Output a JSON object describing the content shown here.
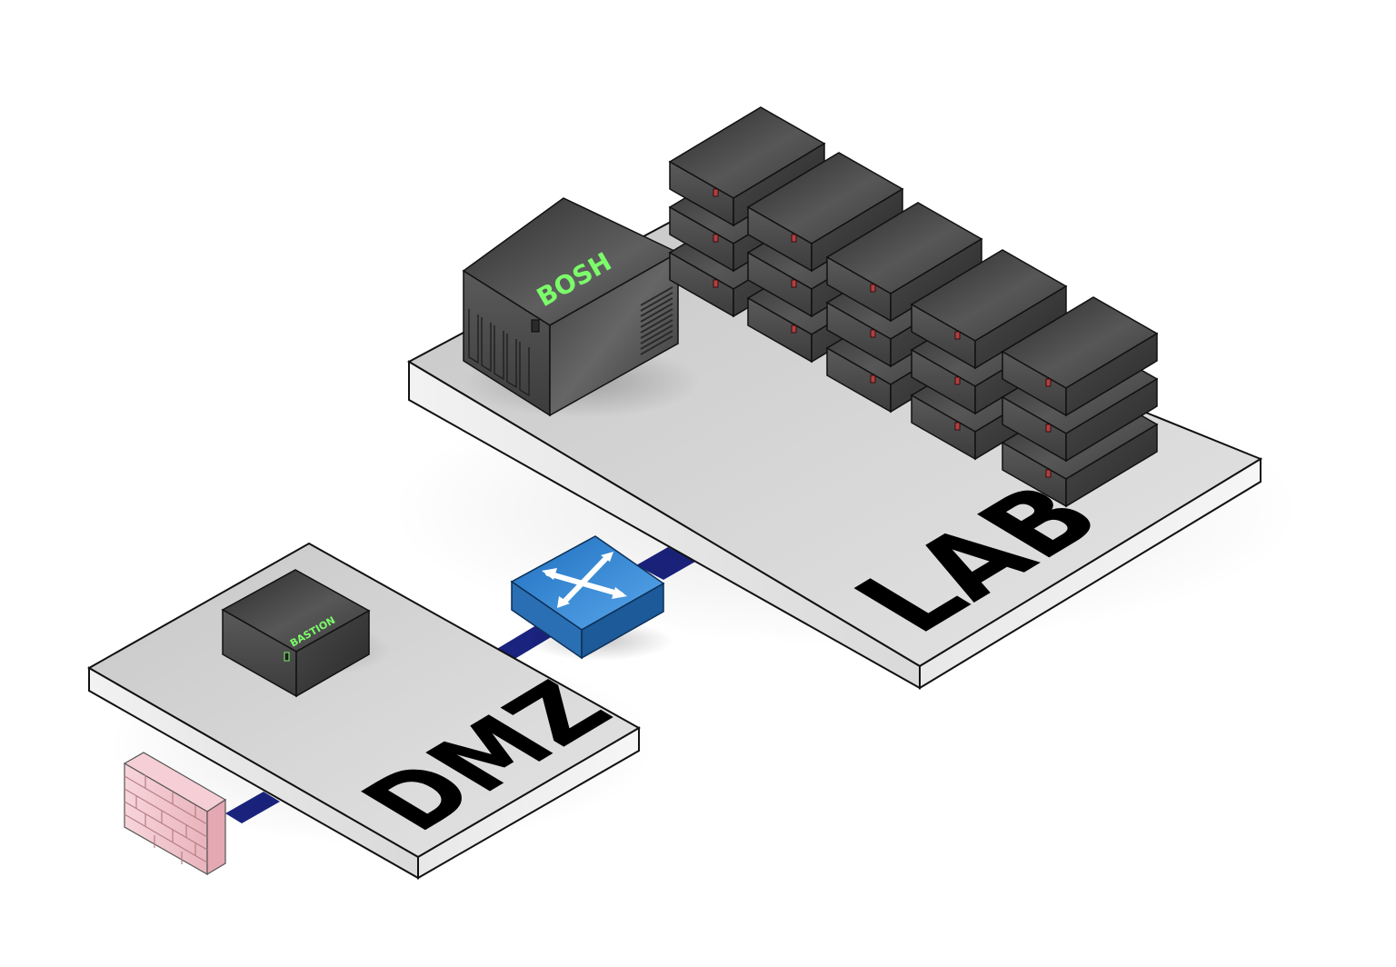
{
  "zones": {
    "lab": {
      "label": "LAB"
    },
    "dmz": {
      "label": "DMZ"
    }
  },
  "devices": {
    "bosh": {
      "label": "BOSH",
      "icon": "tower-server-icon",
      "label_color": "#7CFC6A"
    },
    "bastion": {
      "label": "BASTION",
      "icon": "server-icon",
      "label_color": "#7CFC6A"
    },
    "switch": {
      "icon": "network-switch-icon"
    },
    "firewall": {
      "icon": "firewall-icon"
    }
  },
  "server_stacks": {
    "count": 5,
    "units_per_stack": 3,
    "icon": "rack-server-icon"
  },
  "colors": {
    "link": "#1a237e",
    "platform_top": "#d3d3d3",
    "server_body": "#4a4a4a",
    "switch_blue": "#2f7fd0",
    "firewall_brick": "#f3c9cf"
  }
}
